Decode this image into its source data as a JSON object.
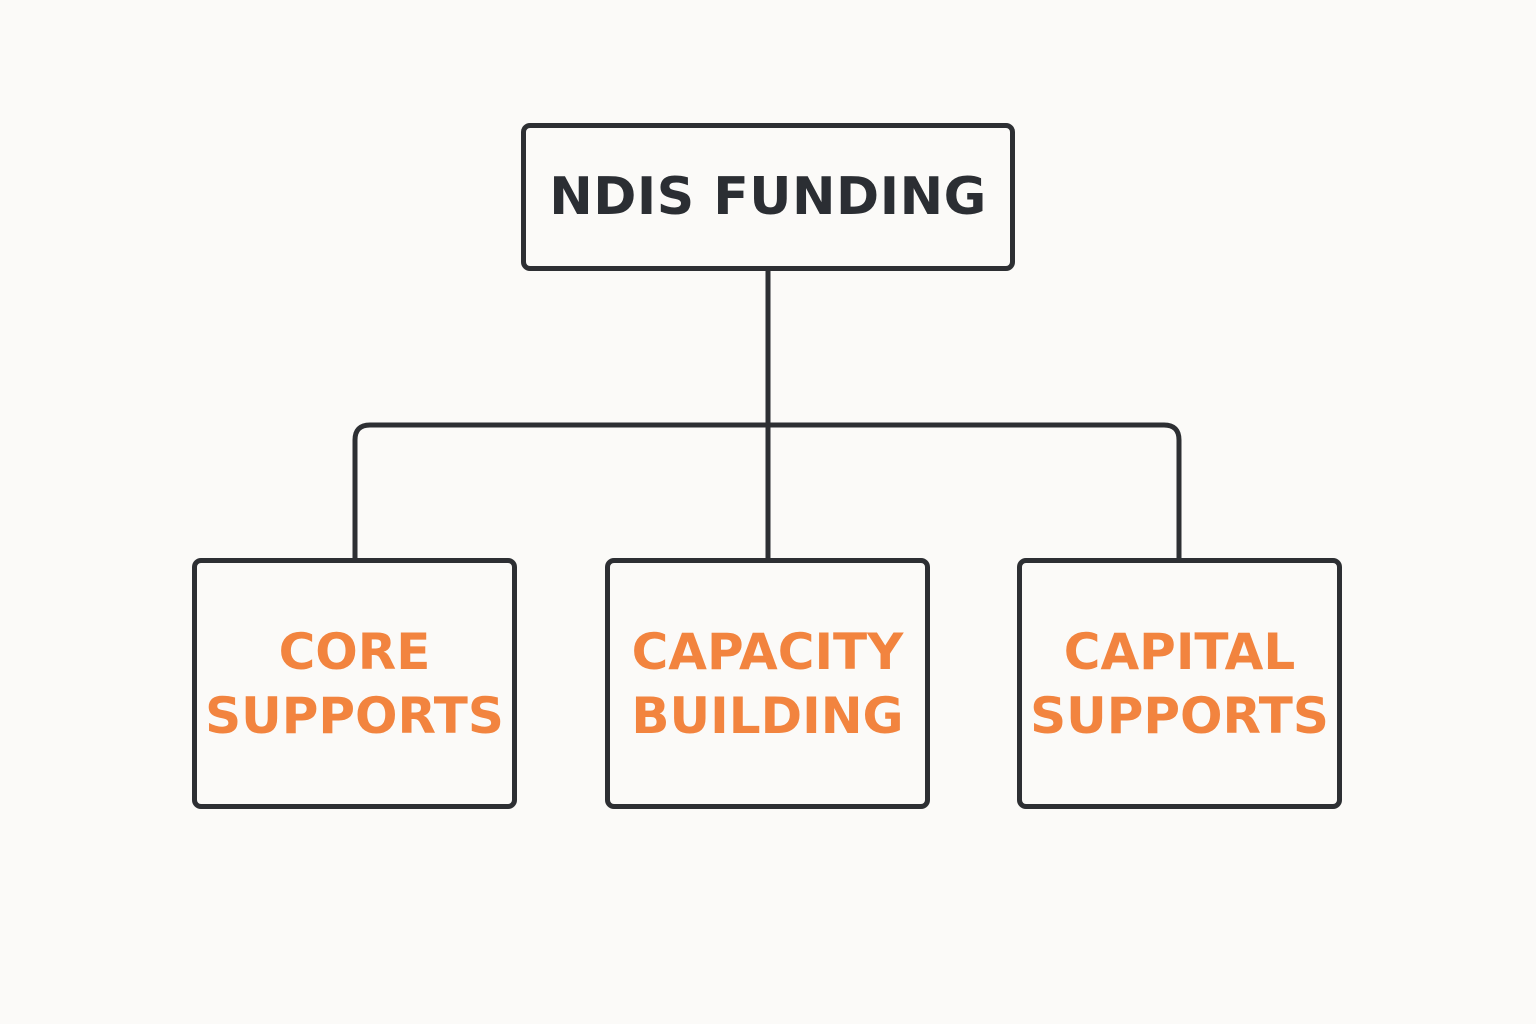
{
  "diagram": {
    "root": {
      "label": "NDIS FUNDING"
    },
    "children": [
      {
        "line1": "CORE",
        "line2": "SUPPORTS"
      },
      {
        "line1": "CAPACITY",
        "line2": "BUILDING"
      },
      {
        "line1": "CAPITAL",
        "line2": "SUPPORTS"
      }
    ],
    "colors": {
      "background": "#fbfaf8",
      "stroke": "#2d2f33",
      "root_text": "#2b2e33",
      "child_text": "#f2843f"
    }
  }
}
